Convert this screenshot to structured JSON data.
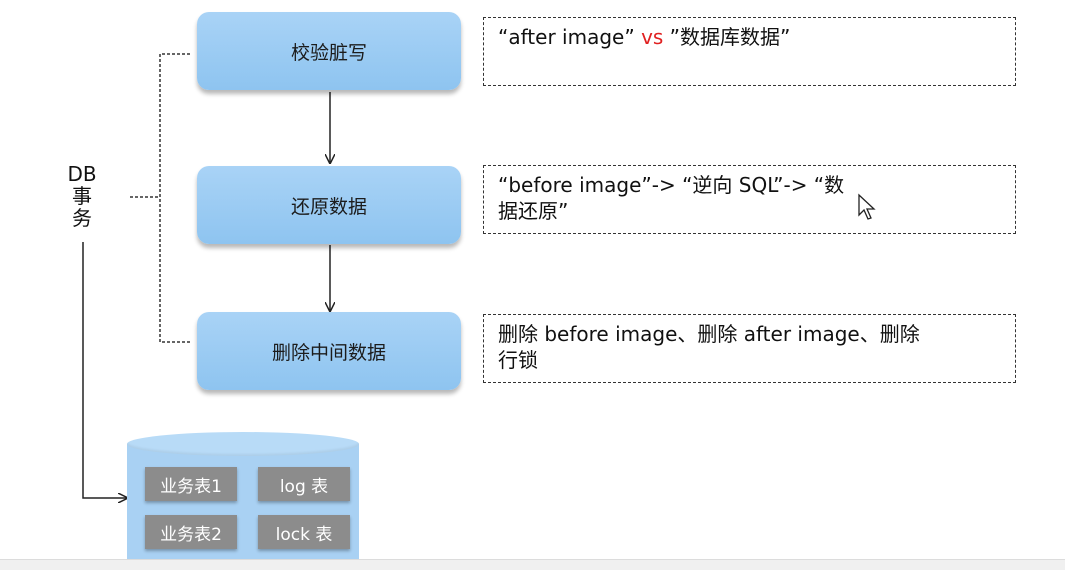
{
  "steps": [
    {
      "label": "校验脏写"
    },
    {
      "label": "还原数据"
    },
    {
      "label": "删除中间数据"
    }
  ],
  "notes": {
    "check": {
      "part1": "“after  image”",
      "vs": "vs",
      "part2": " ”数据库数据”"
    },
    "restore": {
      "line1": "“before image”-> “逆向 SQL”-> “数",
      "line2": "据还原”"
    },
    "delete": {
      "line1": "删除 before image、删除 after image、删除",
      "line2": "行锁"
    }
  },
  "db_label": {
    "line1": "DB",
    "line2": "事",
    "line3": "务"
  },
  "database": {
    "tables": [
      "业务表1",
      "log 表",
      "业务表2",
      "lock 表"
    ]
  },
  "colors": {
    "step_fill": "#9ccbf3",
    "highlight": "#e02020",
    "tile_fill": "#8c8c8c"
  }
}
